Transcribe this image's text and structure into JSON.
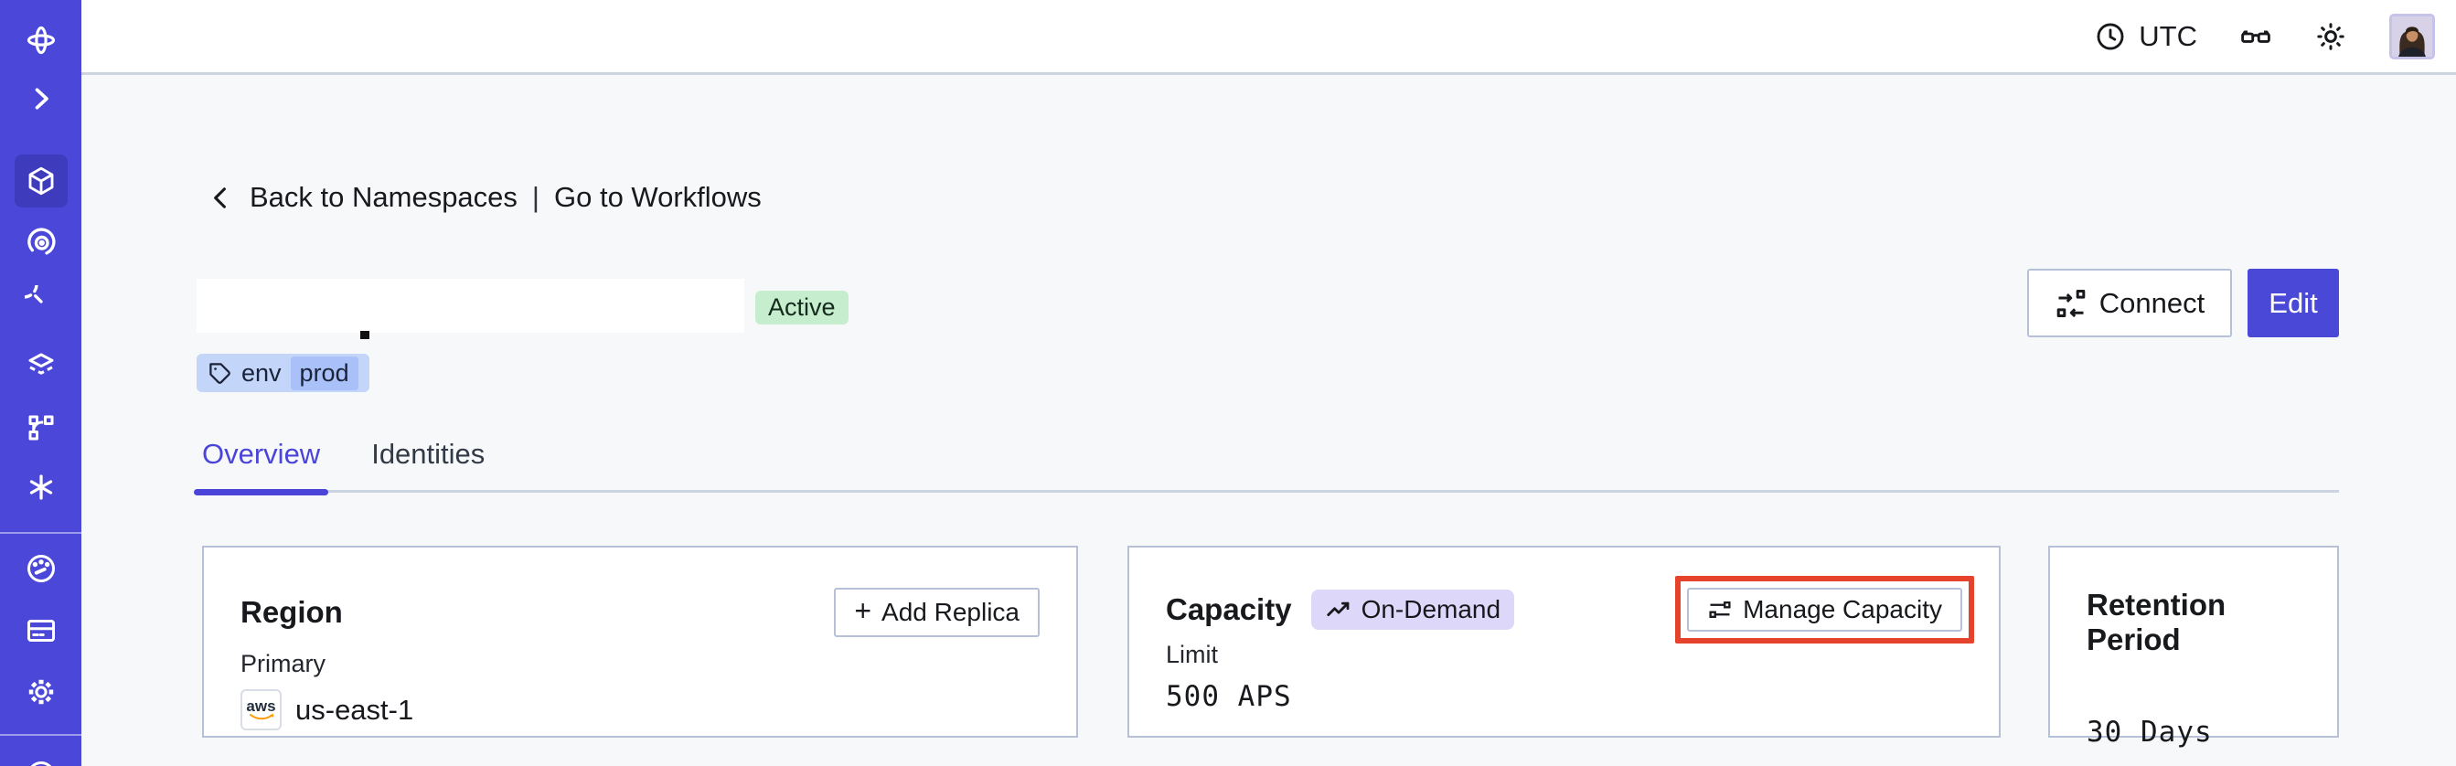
{
  "topbar": {
    "timezone": "UTC",
    "icons": [
      "clock-icon",
      "glasses-icon",
      "brightness-icon",
      "avatar"
    ]
  },
  "breadcrumb": {
    "back_label": "Back to Namespaces",
    "separator": "|",
    "workflows_label": "Go to Workflows"
  },
  "namespace": {
    "status_label": "Active",
    "tag_key": "env",
    "tag_value": "prod"
  },
  "actions": {
    "connect_label": "Connect",
    "edit_label": "Edit"
  },
  "tabs": [
    {
      "label": "Overview",
      "active": true
    },
    {
      "label": "Identities",
      "active": false
    }
  ],
  "cards": {
    "region": {
      "title": "Region",
      "add_replica_plus": "+",
      "add_replica_label": "Add Replica",
      "primary_label": "Primary",
      "provider": "aws",
      "region_value": "us-east-1"
    },
    "capacity": {
      "title": "Capacity",
      "plan_badge": "On-Demand",
      "manage_label": "Manage Capacity",
      "limit_label": "Limit",
      "limit_value": "500 APS"
    },
    "retention": {
      "title": "Retention Period",
      "value": "30 Days"
    }
  },
  "sidebar": {
    "nav_icons": [
      "temporal-logo",
      "expand-chevron",
      "namespaces-cube",
      "workflows-spiral",
      "schedules-clock",
      "layers-stack",
      "deployments-branch",
      "batch-asterisk",
      "usage-speedometer",
      "billing-card",
      "settings-gear",
      "support-partial"
    ],
    "active_item": "namespaces-cube"
  },
  "colors": {
    "sidebar_bg": "#4b48d9",
    "sidebar_active_bg": "#3e3bbd",
    "accent_indigo": "#4a48d7",
    "page_bg": "#f7f8fa",
    "card_border": "#b6c1d8",
    "status_active_bg": "#c7edcf",
    "tag_bg": "#c4d5fa",
    "tag_inner_bg": "#a9c1f8",
    "plan_badge_bg": "#ddd7fa",
    "highlight_box": "#e5432b",
    "topbar_border": "#ccd4e2"
  }
}
